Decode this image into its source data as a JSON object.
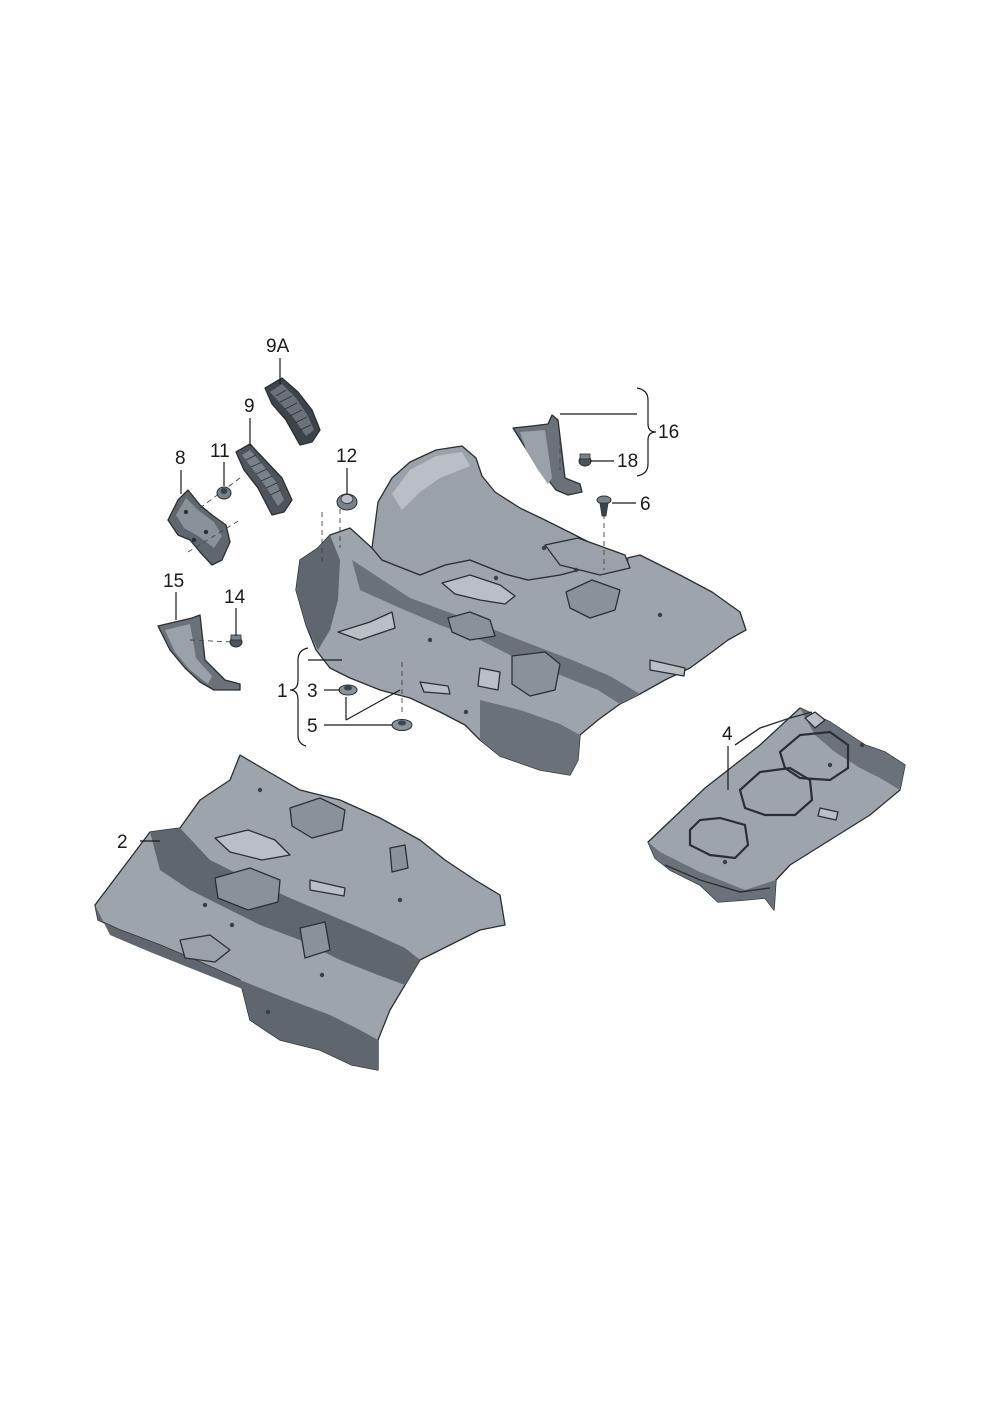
{
  "colors": {
    "part_top": "#9da4ab",
    "part_mid": "#8a9299",
    "part_dark": "#5f666d",
    "part_light": "#b9bfc5",
    "edge": "#2b2f33",
    "line": "#1a1a1a",
    "background": "#ffffff"
  },
  "labels": {
    "p1": "1",
    "p2": "2",
    "p3": "3",
    "p4": "4",
    "p5": "5",
    "p6": "6",
    "p8": "8",
    "p9": "9",
    "p9a": "9A",
    "p11": "11",
    "p12": "12",
    "p14": "14",
    "p15": "15",
    "p16": "16",
    "p18": "18"
  }
}
